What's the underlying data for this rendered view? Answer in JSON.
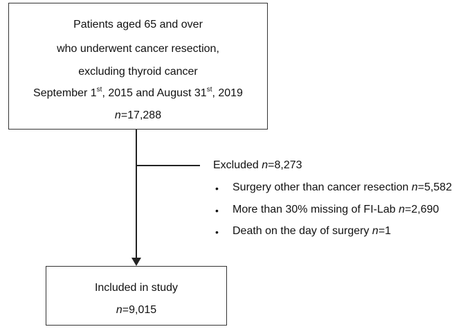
{
  "top_box": {
    "line1": "Patients aged 65 and over",
    "line2": "who underwent cancer resection,",
    "line3": "excluding thyroid cancer",
    "date_a": "September 1",
    "sup_a": "st",
    "date_b": ", 2015 and August 31",
    "sup_b": "st",
    "date_c": ", 2019",
    "n_label": "n",
    "n_value": "=17,288"
  },
  "excluded": {
    "label": "Excluded ",
    "n_label": "n",
    "n_value": "=8,273",
    "bullet": "•",
    "items": [
      {
        "text": "Surgery other than cancer resection ",
        "n_label": "n",
        "n_value": "=5,582"
      },
      {
        "text": "More than 30% missing of FI-Lab ",
        "n_label": "n",
        "n_value": "=2,690"
      },
      {
        "text": "Death on the day of surgery ",
        "n_label": "n",
        "n_value": "=1"
      }
    ]
  },
  "bottom_box": {
    "line1": "Included in study",
    "n_label": "n",
    "n_value": "=9,015"
  }
}
